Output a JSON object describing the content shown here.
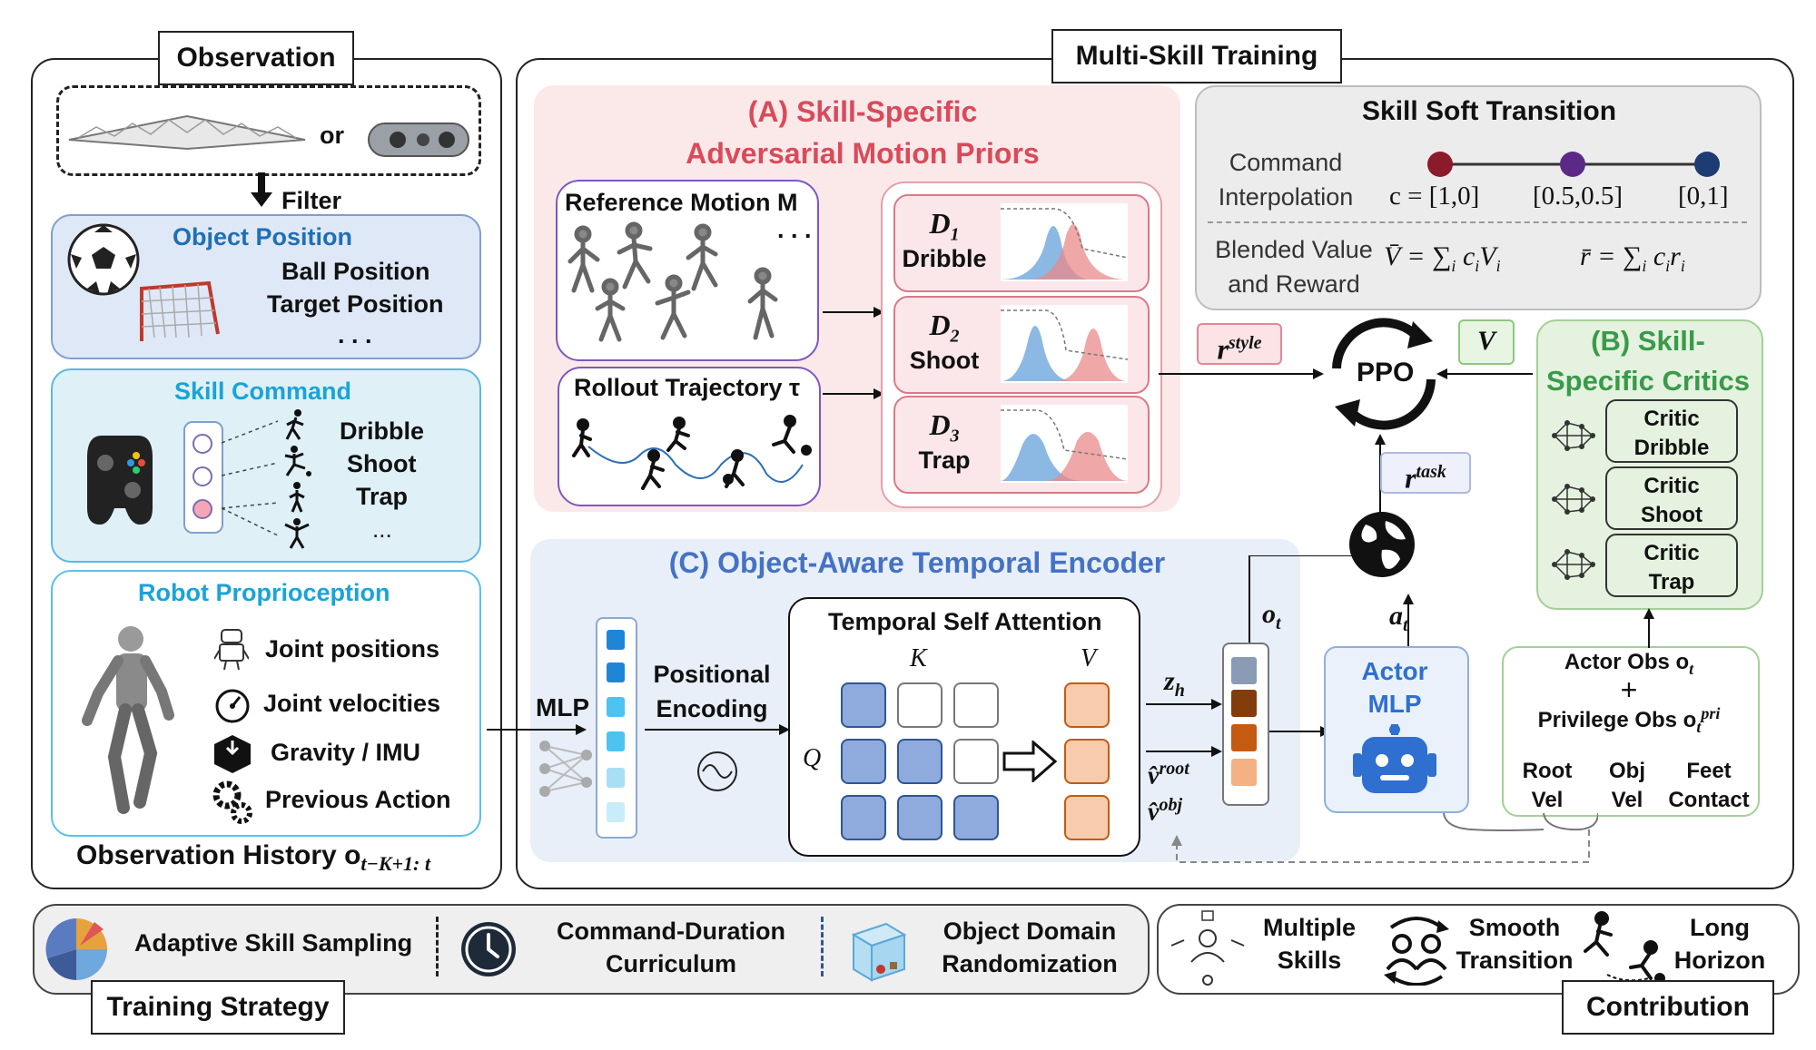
{
  "observation": {
    "title": "Observation",
    "or": "or",
    "filter": "Filter",
    "object_position": {
      "title": "Object Position",
      "items": [
        "Ball Position",
        "Target Position",
        ". . ."
      ]
    },
    "skill_command": {
      "title": "Skill Command",
      "items": [
        "Dribble",
        "Shoot",
        "Trap",
        "..."
      ]
    },
    "proprioception": {
      "title": "Robot Proprioception",
      "items": [
        "Joint positions",
        "Joint velocities",
        "Gravity / IMU",
        "Previous Action"
      ]
    },
    "history": "Observation History o",
    "history_sub": "t−K+1: t"
  },
  "training": {
    "title": "Multi-Skill Training",
    "amp": {
      "title_line1": "(A) Skill-Specific",
      "title_line2": "Adversarial Motion Priors",
      "reference": "Reference Motion M",
      "dots": ". . .",
      "rollout": "Rollout Trajectory τ",
      "discriminators": [
        {
          "symbol": "D",
          "sub": "1",
          "name": "Dribble"
        },
        {
          "symbol": "D",
          "sub": "2",
          "name": "Shoot"
        },
        {
          "symbol": "D",
          "sub": "3",
          "name": "Trap"
        }
      ]
    },
    "transition": {
      "title": "Skill Soft Transition",
      "cmd_label_1": "Command",
      "cmd_label_2": "Interpolation",
      "c_eq": "c = [1,0]",
      "c_mid": "[0.5,0.5]",
      "c_end": "[0,1]",
      "blend_1": "Blended Value",
      "blend_2": "and Reward",
      "v_formula": "V̄ = ∑",
      "v_term": "c",
      "v_rest": "V",
      "r_formula": "r̄ = ∑",
      "r_term": "c",
      "r_rest": "r",
      "sub_i": "i"
    },
    "ppo": "PPO",
    "r_style": "r",
    "r_style_sup": "style",
    "r_task": "r",
    "r_task_sup": "task",
    "value_V": "V",
    "critics": {
      "title_line1": "(B) Skill-",
      "title_line2": "Specific Critics",
      "items": [
        [
          "Critic",
          "Dribble"
        ],
        [
          "Critic",
          "Shoot"
        ],
        [
          "Critic",
          "Trap"
        ]
      ]
    },
    "encoder": {
      "title": "(C) Object-Aware Temporal Encoder",
      "mlp": "MLP",
      "pos_1": "Positional",
      "pos_2": "Encoding",
      "attn_title": "Temporal Self Attention",
      "K": "K",
      "V": "V",
      "Q": "Q"
    },
    "o_t": "o",
    "o_t_sub": "t",
    "a_t": "a",
    "a_t_sub": "t",
    "z_h": "z",
    "z_h_sub": "h",
    "v_root": "v̂",
    "v_root_sup": "root",
    "v_obj": "v̂",
    "v_obj_sup": "obj",
    "actor_1": "Actor",
    "actor_2": "MLP",
    "actor_obs": "Actor Obs o",
    "actor_obs_sub": "t",
    "plus": "+",
    "priv_obs": "Privilege Obs o",
    "priv_sub": "t",
    "priv_sup": "pri",
    "priv_items": [
      [
        "Root",
        "Vel"
      ],
      [
        "Obj",
        "Vel"
      ],
      [
        "Feet",
        "Contact"
      ]
    ]
  },
  "strategy": {
    "title": "Training Strategy",
    "items": [
      [
        "Adaptive Skill Sampling"
      ],
      [
        "Command-Duration",
        "Curriculum"
      ],
      [
        "Object Domain",
        "Randomization"
      ]
    ]
  },
  "contribution": {
    "title": "Contribution",
    "items": [
      [
        "Multiple",
        "Skills"
      ],
      [
        "Smooth",
        "Transition"
      ],
      [
        "Long",
        "Horizon"
      ]
    ]
  },
  "colors": {
    "blue_title": "#1f6fb5",
    "cyan_title": "#1aa3d9",
    "red_title": "#d94a5a",
    "green_title": "#3a9a4a",
    "encoder_title": "#4472c4",
    "actor": "#2f6fd0"
  }
}
